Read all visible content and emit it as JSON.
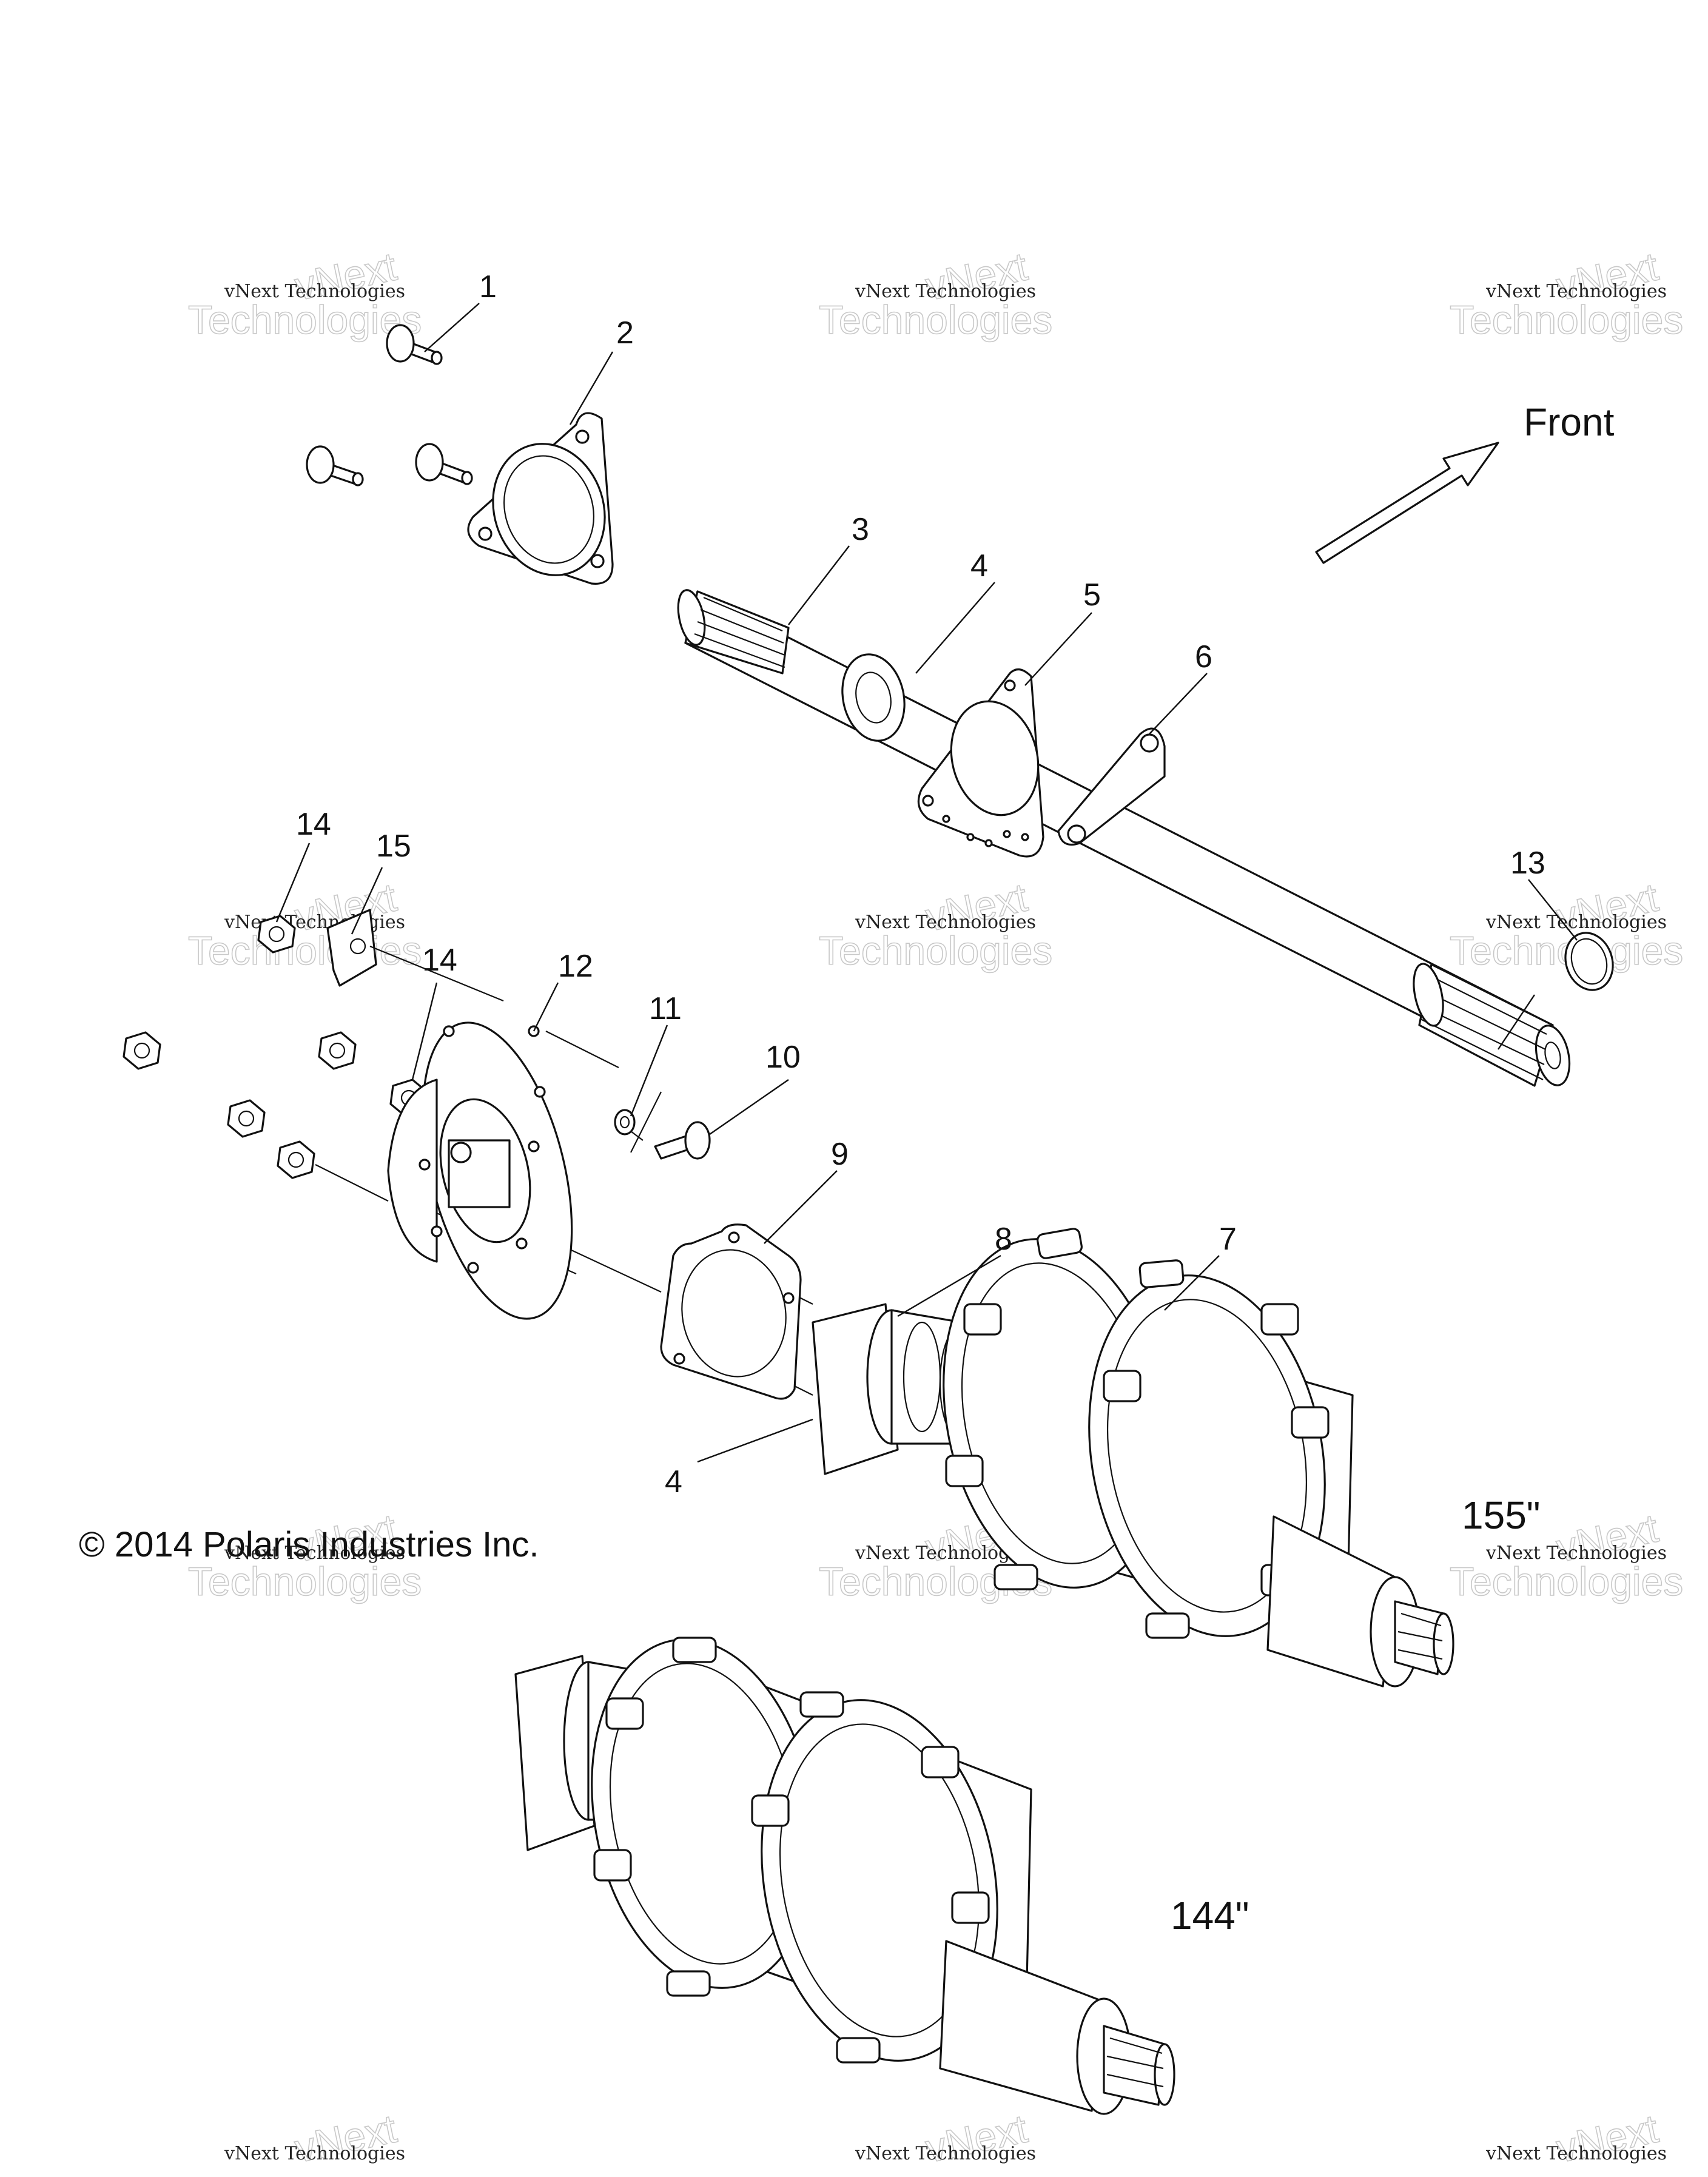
{
  "diagram": {
    "front_label": "Front",
    "copyright": "© 2014 Polaris Industries Inc.",
    "variants": [
      "155\"",
      "144\""
    ],
    "watermark": {
      "line1": "vNext Technologies",
      "line2": "vNext Technologies"
    },
    "callouts": [
      {
        "id": "c1",
        "text": "1"
      },
      {
        "id": "c2",
        "text": "2"
      },
      {
        "id": "c3",
        "text": "3"
      },
      {
        "id": "c4a",
        "text": "4"
      },
      {
        "id": "c5",
        "text": "5"
      },
      {
        "id": "c6",
        "text": "6"
      },
      {
        "id": "c7",
        "text": "7"
      },
      {
        "id": "c8",
        "text": "8"
      },
      {
        "id": "c9",
        "text": "9"
      },
      {
        "id": "c10",
        "text": "10"
      },
      {
        "id": "c11",
        "text": "11"
      },
      {
        "id": "c12",
        "text": "12"
      },
      {
        "id": "c13",
        "text": "13"
      },
      {
        "id": "c14a",
        "text": "14"
      },
      {
        "id": "c14b",
        "text": "14"
      },
      {
        "id": "c15",
        "text": "15"
      },
      {
        "id": "c4b",
        "text": "4"
      }
    ]
  }
}
